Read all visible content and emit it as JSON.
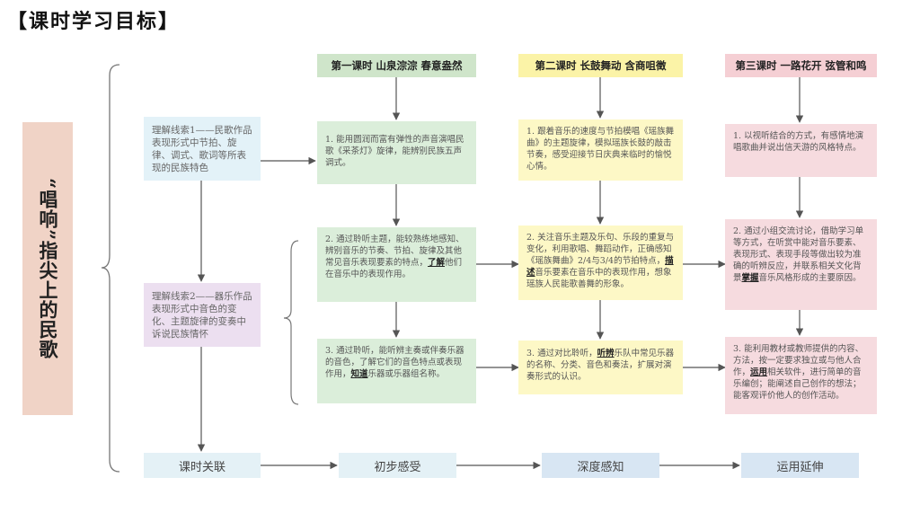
{
  "title": "【课时学习目标】",
  "theme": "“唱响”指尖上的民歌",
  "lessons": [
    {
      "label": "第一课时 山泉淙淙 春意盎然"
    },
    {
      "label": "第二课时 长鼓舞动 含商咀徵"
    },
    {
      "label": "第三课时 一路花开 弦管和鸣"
    }
  ],
  "threads": [
    {
      "text": "理解线索1——民歌作品表现形式中节拍、旋律、调式、歌词等所表现的民族特色"
    },
    {
      "text": "理解线索2——器乐作品表现形式中音色的变化、主题旋律的变奏中诉说民族情怀"
    }
  ],
  "goals": {
    "l1_1": {
      "text": "1. 能用圆润而富有弹性的声音演唱民歌《采茶灯》旋律，能辨别民族五声调式。"
    },
    "l1_2": {
      "pre": "2. 通过聆听主题，能较熟练地感知、辨别音乐的节奏、节拍、旋律及其他常见音乐表现要素的特点，",
      "key": "了解",
      "post": "他们在音乐中的表现作用。"
    },
    "l1_3": {
      "pre": "3. 通过聆听，能听辨主奏或伴奏乐器的音色，了解它们的音色特点或表现作用，",
      "key": "知道",
      "post": "乐器或乐器组名称。"
    },
    "l2_1": {
      "text": "1. 跟着音乐的速度与节拍模唱《瑶族舞曲》的主题旋律，模拟瑶族长鼓的敲击节奏，感受迎接节日庆典来临时的愉悦心情。"
    },
    "l2_2": {
      "pre": "2. 关注音乐主题及乐句、乐段的重复与变化，利用歌唱、舞蹈动作，正确感知《瑶族舞曲》2/4与3/4的节拍特点，",
      "key": "描述",
      "post": "音乐要素在音乐中的表现作用，想象瑶族人民能歌善舞的形象。"
    },
    "l2_3": {
      "pre": "3. 通过对比聆听，",
      "key": "听辨",
      "post": "乐队中常见乐器的名称、分类、音色和奏法，扩展对演奏形式的认识。"
    },
    "l3_1": {
      "text": "1. 以视听结合的方式，有感情地演唱歌曲并说出信天游的风格特点。"
    },
    "l3_2": {
      "pre": "2. 通过小组交流讨论，借助学习单等方式，在听赏中能对音乐要素、表现形式、表现手段等做出较为准确的听辨反应，并联系相关文化背景",
      "key": "掌握",
      "post": "音乐风格形成的主要原因。"
    },
    "l3_3": {
      "pre": "3. 能利用教材或教师提供的内容、方法，按一定要求独立或与他人合作，",
      "key": "运用",
      "post": "相关软件，进行简单的音乐编创；能阐述自己创作的想法；能客观评价他人的创作活动。"
    }
  },
  "stages": [
    {
      "label": "课时关联"
    },
    {
      "label": "初步感受"
    },
    {
      "label": "深度感知"
    },
    {
      "label": "运用延伸"
    }
  ],
  "colors": {
    "lesson1": "#cfe5ca",
    "lesson2": "#fbf3a7",
    "lesson3": "#f5cfd4",
    "thread1": "#e3f2f8",
    "thread2": "#ecdff0",
    "theme": "#f0d3c6"
  }
}
